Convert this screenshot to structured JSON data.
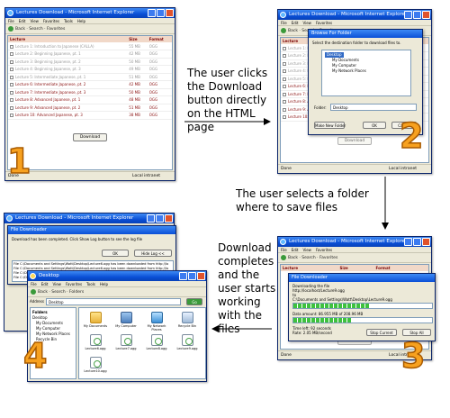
{
  "browser": {
    "title": "Lectures Download - Microsoft Internet Explorer",
    "menu": [
      "File",
      "Edit",
      "View",
      "Favorites",
      "Tools",
      "Help"
    ],
    "toolbar": "Back · Search · Favorites",
    "status_left": "Done",
    "status_right": "Local intranet"
  },
  "lectures_table": {
    "headers": [
      "Lecture",
      "Size",
      "Format"
    ],
    "rows": [
      {
        "name": "Lecture 1: Introduction to Japanese (CALLA)",
        "size": "55 MB",
        "format": "OGG",
        "checked": false
      },
      {
        "name": "Lecture 2: Beginning Japanese, pt. 1",
        "size": "42 MB",
        "format": "OGG",
        "checked": false
      },
      {
        "name": "Lecture 3: Beginning Japanese, pt. 2",
        "size": "50 MB",
        "format": "OGG",
        "checked": false
      },
      {
        "name": "Lecture 4: Beginning Japanese, pt. 3",
        "size": "49 MB",
        "format": "OGG",
        "checked": false
      },
      {
        "name": "Lecture 5: Intermediate Japanese, pt. 1",
        "size": "51 MB",
        "format": "OGG",
        "checked": false
      },
      {
        "name": "Lecture 6: Intermediate Japanese, pt. 2",
        "size": "42 MB",
        "format": "OGG",
        "checked": true
      },
      {
        "name": "Lecture 7: Intermediate Japanese, pt. 3",
        "size": "50 MB",
        "format": "OGG",
        "checked": true
      },
      {
        "name": "Lecture 8: Advanced Japanese, pt. 1",
        "size": "48 MB",
        "format": "OGG",
        "checked": true
      },
      {
        "name": "Lecture 9: Advanced Japanese, pt. 2",
        "size": "51 MB",
        "format": "OGG",
        "checked": true
      },
      {
        "name": "Lecture 10: Advanced Japanese, pt. 3",
        "size": "38 MB",
        "format": "OGG",
        "checked": true
      }
    ],
    "download_label": "Download"
  },
  "browse_dialog": {
    "title": "Browse For Folder",
    "prompt": "Select the destination folder to download files to.",
    "tree": [
      "Desktop",
      "My Documents",
      "My Computer",
      "My Network Places"
    ],
    "folder_label": "Folder:",
    "folder_value": "Desktop",
    "make_folder": "Make New Folder",
    "ok": "OK",
    "cancel": "Cancel"
  },
  "downloader": {
    "title": "File Downloader",
    "line1": "Downloading the file",
    "line2": "http://localhost/Lecture9.ogg",
    "line3": "to",
    "line4": "C:\\Documents and Settings\\Watt\\Desktop\\Lecture9.ogg",
    "file_progress": 0.55,
    "amount": "Data amount: 86.955 MB of 208.96 MB",
    "total_progress": 0.42,
    "time_left": "Time left: 92 seconds",
    "rate": "Rate: 2.05 MB/second",
    "stop_label": "Stop Current",
    "stop_all_label": "Stop All"
  },
  "complete_dialog": {
    "title": "File Downloader",
    "message": "Download has been completed. Click Show Log button to see the log file",
    "ok": "OK",
    "hide_log": "Hide Log <<",
    "log_line": "File C:\\Documents and Settings\\Watt\\Desktop\\Lecture6.ogg has been downloaded from http://lo"
  },
  "explorer": {
    "title": "Desktop",
    "menu": [
      "File",
      "Edit",
      "View",
      "Favorites",
      "Tools",
      "Help"
    ],
    "toolbar": "Back · Search · Folders",
    "address_label": "Address",
    "address_value": "Desktop",
    "go_label": "Go",
    "folders_header": "Folders",
    "tree": [
      "Desktop",
      "My Documents",
      "My Computer",
      "My Network Places",
      "Recycle Bin"
    ],
    "items": [
      {
        "label": "My Documents",
        "icon": "folder-icon"
      },
      {
        "label": "My Computer",
        "icon": "computer-icon"
      },
      {
        "label": "My Network Places",
        "icon": "network-icon"
      },
      {
        "label": "Recycle Bin",
        "icon": "recycle-bin-icon"
      },
      {
        "label": "Lecture6.ogg",
        "icon": "audio-file-icon"
      },
      {
        "label": "Lecture7.ogg",
        "icon": "audio-file-icon"
      },
      {
        "label": "Lecture8.ogg",
        "icon": "audio-file-icon"
      },
      {
        "label": "Lecture9.ogg",
        "icon": "audio-file-icon"
      },
      {
        "label": "Lecture10.ogg",
        "icon": "audio-file-icon"
      }
    ]
  },
  "captions": {
    "step1": [
      "The user clicks",
      "the Download",
      "button directly",
      "on the HTML",
      "page"
    ],
    "step2": [
      "The user selects a folder",
      "where to save files"
    ],
    "step3": [
      "Download",
      "completes",
      "and the",
      "user starts",
      "working",
      "with the",
      "files"
    ]
  },
  "step_numbers": [
    "1",
    "2",
    "3",
    "4"
  ],
  "colors": {
    "accent": "#f7a11f",
    "xp_blue": "#0a4fd6",
    "progress": "#3ec23e"
  }
}
